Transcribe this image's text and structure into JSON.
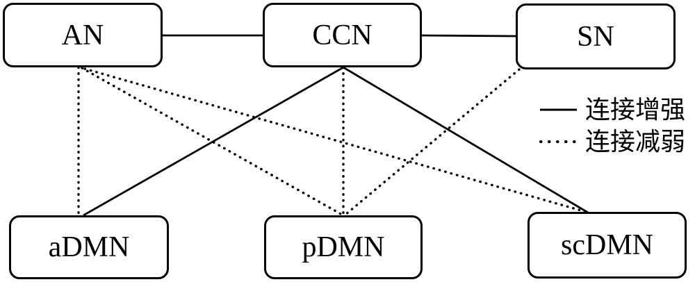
{
  "diagram": {
    "title": "brain-network-connectivity-diagram",
    "background_color": "#ffffff",
    "line_color": "#000000"
  },
  "nodes": [
    {
      "id": "AN",
      "label": "AN",
      "row": "top"
    },
    {
      "id": "CCN",
      "label": "CCN",
      "row": "top"
    },
    {
      "id": "SN",
      "label": "SN",
      "row": "top"
    },
    {
      "id": "aDMN",
      "label": "aDMN",
      "row": "bottom"
    },
    {
      "id": "pDMN",
      "label": "pDMN",
      "row": "bottom"
    },
    {
      "id": "scDMN",
      "label": "scDMN",
      "row": "bottom"
    }
  ],
  "edges": [
    {
      "from": "AN",
      "to": "CCN",
      "type": "enhanced"
    },
    {
      "from": "CCN",
      "to": "SN",
      "type": "enhanced"
    },
    {
      "from": "CCN",
      "to": "aDMN",
      "type": "enhanced"
    },
    {
      "from": "CCN",
      "to": "scDMN",
      "type": "enhanced"
    },
    {
      "from": "AN",
      "to": "aDMN",
      "type": "weakened"
    },
    {
      "from": "AN",
      "to": "pDMN",
      "type": "weakened"
    },
    {
      "from": "AN",
      "to": "scDMN",
      "type": "weakened"
    },
    {
      "from": "CCN",
      "to": "pDMN",
      "type": "weakened"
    },
    {
      "from": "SN",
      "to": "pDMN",
      "type": "weakened"
    }
  ],
  "legend": {
    "items": [
      {
        "type": "enhanced",
        "style": "solid",
        "label": "连接增强"
      },
      {
        "type": "weakened",
        "style": "dotted",
        "label": "连接减弱"
      }
    ]
  }
}
